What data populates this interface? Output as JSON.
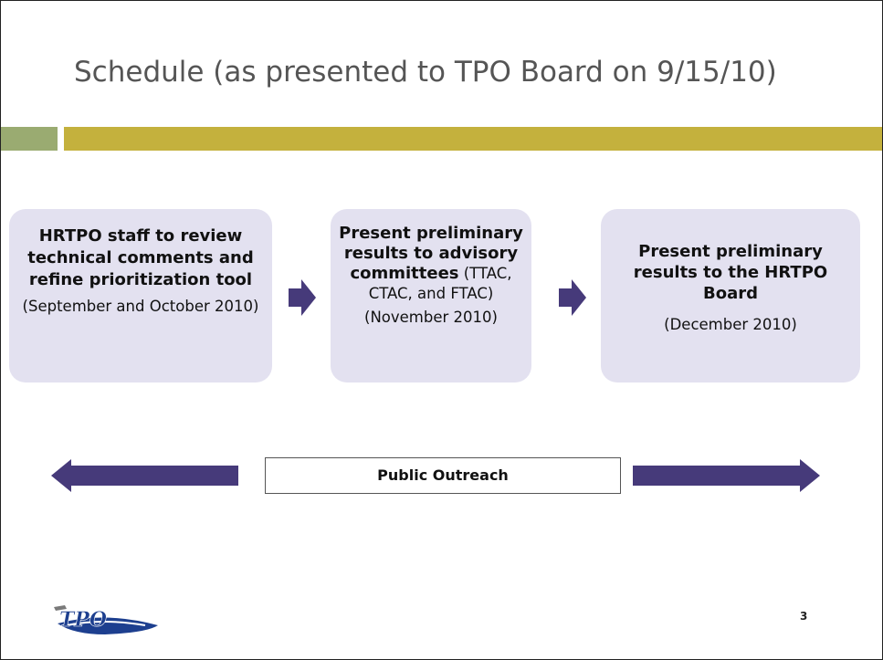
{
  "slide": {
    "title": "Schedule (as presented to TPO Board on 9/15/10)",
    "page_number": "3"
  },
  "steps": [
    {
      "heading": "HRTPO staff to review technical comments and refine prioritization tool",
      "date": "(September and October 2010)"
    },
    {
      "heading": "Present preliminary results to advisory committees",
      "detail": " (TTAC, CTAC, and FTAC)",
      "date": "(November  2010)"
    },
    {
      "heading": "Present preliminary results to the HRTPO Board",
      "date": "(December 2010)"
    }
  ],
  "outreach": {
    "label": "Public Outreach"
  },
  "logo": {
    "text": "TPO",
    "icon": "hrtpo-logo"
  },
  "colors": {
    "box_fill": "#e3e1f0",
    "arrow": "#463a7a",
    "bar_green": "#9aab71",
    "bar_gold": "#c4b13d",
    "title_text": "#555555"
  }
}
